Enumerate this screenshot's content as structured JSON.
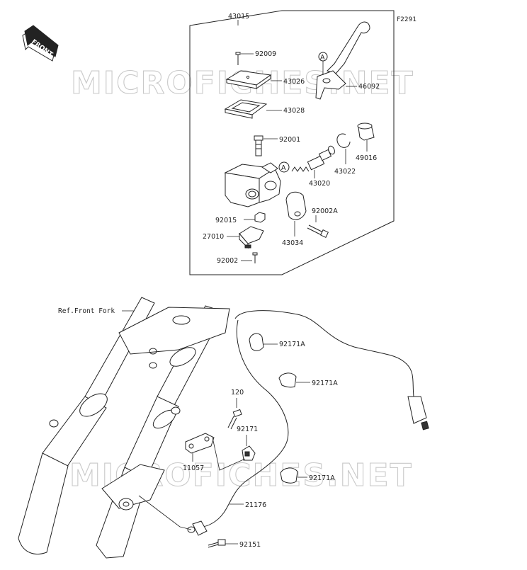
{
  "figure_number": "F2291",
  "front_label": "FRONT",
  "watermark": "MICROFICHES.NET",
  "reference_label": "Ref.Front Fork",
  "callouts": {
    "c43015": "43015",
    "c92009": "92009",
    "c43026": "43026",
    "c46092": "46092",
    "c43028": "43028",
    "c92001": "92001",
    "c49016": "49016",
    "c43022": "43022",
    "c43020": "43020",
    "c92015": "92015",
    "c92002A": "92002A",
    "c27010": "27010",
    "c43034": "43034",
    "c92002": "92002",
    "c92171A_1": "92171A",
    "c92171A_2": "92171A",
    "c92171A_3": "92171A",
    "c120": "120",
    "c92171": "92171",
    "c11057": "11057",
    "c21176": "21176",
    "c92151": "92151"
  },
  "markers": {
    "a1": "A",
    "a2": "A"
  },
  "colors": {
    "line": "#222222",
    "watermark": "#c9c9c9",
    "background": "#ffffff"
  }
}
